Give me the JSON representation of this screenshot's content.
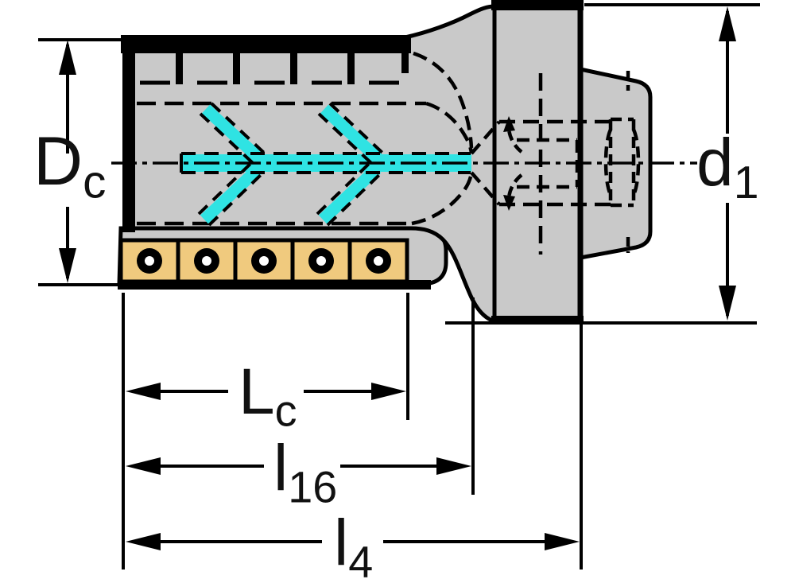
{
  "diagram": {
    "type": "milling-cutter-technical-drawing",
    "description": "Side cross-section view of an indexable shoulder milling cutter with internal coolant channels and HSK-style adapter",
    "colors": {
      "background": "#ffffff",
      "body_gray": "#c9c9c9",
      "insert_tan": "#f0ca7e",
      "coolant_cyan": "#2fe3e3",
      "line_black": "#000000"
    },
    "dimension_labels": {
      "cutting_diameter": {
        "base": "D",
        "sub": "c"
      },
      "adapter_diameter": {
        "base": "d",
        "sub": "1"
      },
      "cutting_length": {
        "base": "L",
        "sub": "c"
      },
      "gauge_length": {
        "base": "l",
        "sub": "16"
      },
      "overall_length": {
        "base": "l",
        "sub": "4"
      }
    },
    "inserts": {
      "count": 5,
      "screws_visible": true
    },
    "coolant": {
      "chevron_pairs": 2,
      "flow_direction": "toward cutting face"
    }
  }
}
